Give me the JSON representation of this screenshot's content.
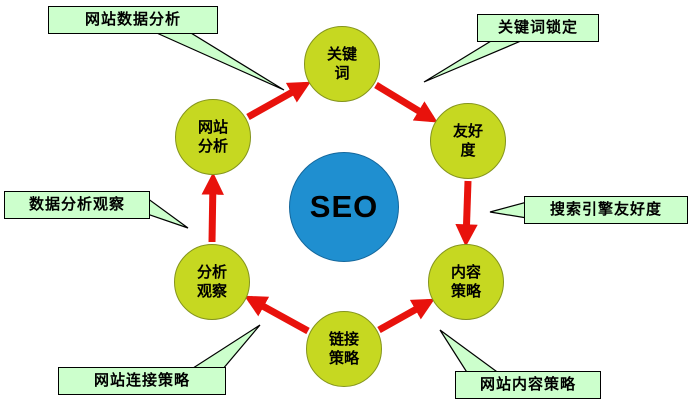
{
  "diagram": {
    "center": {
      "label": "SEO"
    },
    "nodes": [
      {
        "id": "keywords",
        "label": "关键词"
      },
      {
        "id": "friendliness",
        "label": "友好度"
      },
      {
        "id": "content",
        "label": "内容策略"
      },
      {
        "id": "link",
        "label": "链接策略"
      },
      {
        "id": "observe",
        "label": "分析观察"
      },
      {
        "id": "site",
        "label": "网站分析"
      }
    ],
    "callouts": [
      {
        "id": "site-data-analysis",
        "label": "网站数据分析"
      },
      {
        "id": "keyword-targeting",
        "label": "关键词锁定"
      },
      {
        "id": "engine-friendliness",
        "label": "搜索引擎友好度"
      },
      {
        "id": "site-content-strategy",
        "label": "网站内容策略"
      },
      {
        "id": "site-link-strategy",
        "label": "网站连接策略"
      },
      {
        "id": "data-observation",
        "label": "数据分析观察"
      }
    ],
    "arrows": [
      {
        "from": "网站分析",
        "to": "关键词"
      },
      {
        "from": "关键词",
        "to": "友好度"
      },
      {
        "from": "友好度",
        "to": "内容策略"
      },
      {
        "from": "链接策略",
        "to": "内容策略"
      },
      {
        "from": "链接策略",
        "to": "分析观察"
      },
      {
        "from": "分析观察",
        "to": "网站分析"
      }
    ],
    "colors": {
      "node_fill": "#c6d821",
      "center_fill": "#1f8fd0",
      "arrow": "#e8120c",
      "callout_fill": "#ccffcc",
      "background": "#ffffff"
    }
  }
}
